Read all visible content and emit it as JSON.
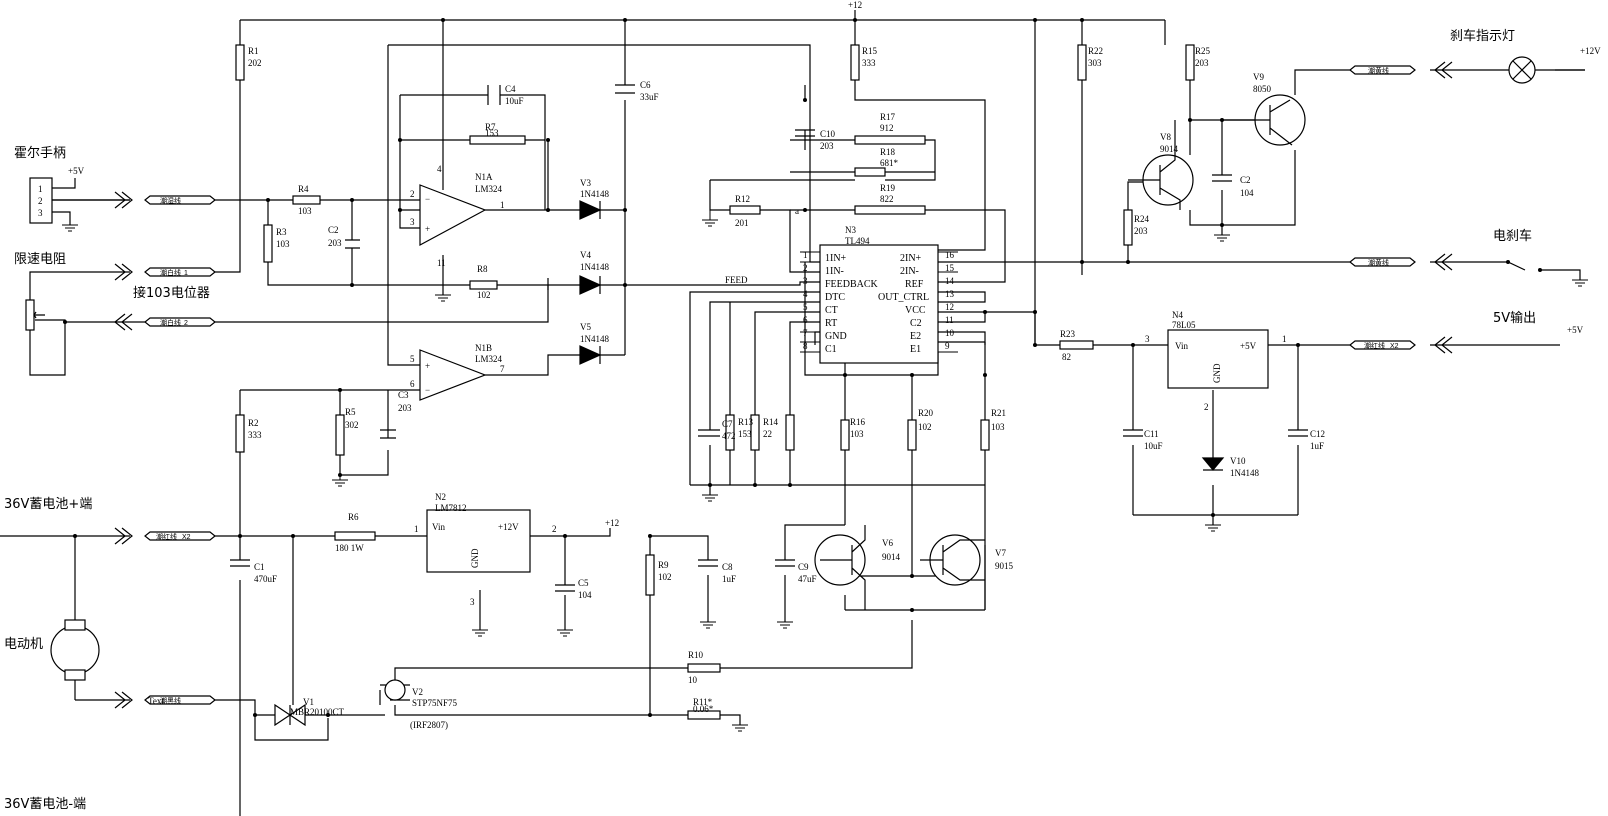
{
  "labels": {
    "hall": "霍尔手柄",
    "speed_limit": "限速电阻",
    "pot": "接103电位器",
    "batt_pos": "36V蓄电池+端",
    "batt_neg": "36V蓄电池-端",
    "motor": "电动机",
    "brake_light": "刹车指示灯",
    "ebrake": "电刹车",
    "out5v": "5V输出"
  },
  "nets": {
    "p12_top": "+12",
    "p12_n2": "+12",
    "p12_lamp": "+12V",
    "p5_hall": "+5V",
    "p5_out": "+5V",
    "feed": "FEED",
    "a": "a",
    "text": "Text"
  },
  "hall_pins": [
    "1",
    "2",
    "3"
  ],
  "connectors": {
    "c1": "潮湿线",
    "c2": "潮白线",
    "c2n": "1",
    "c3": "潮白线",
    "c3n": "2",
    "c4": "潮红线",
    "c4n": "X2",
    "c5": "潮黑线",
    "c6": "潮黄线",
    "c7": "潮黄线",
    "c8": "潮红线",
    "c8n": "X2"
  },
  "parts": {
    "R1": {
      "ref": "R1",
      "val": "202"
    },
    "R2": {
      "ref": "R2",
      "val": "333"
    },
    "R3": {
      "ref": "R3",
      "val": "103"
    },
    "R4": {
      "ref": "R4",
      "val": "103"
    },
    "R5": {
      "ref": "R5",
      "val": "302"
    },
    "R6": {
      "ref": "R6",
      "val": "180 1W"
    },
    "R7": {
      "ref": "R7",
      "val": "153"
    },
    "R8": {
      "ref": "R8",
      "val": "102"
    },
    "R9": {
      "ref": "R9",
      "val": "102"
    },
    "R10": {
      "ref": "R10",
      "val": "10"
    },
    "R11": {
      "ref": "R11*",
      "val": "0.06*"
    },
    "R12": {
      "ref": "R12",
      "val": "201"
    },
    "R13": {
      "ref": "R13",
      "val": "153"
    },
    "R14": {
      "ref": "R14",
      "val": "22"
    },
    "R15": {
      "ref": "R15",
      "val": "333"
    },
    "R16": {
      "ref": "R16",
      "val": "103"
    },
    "R17": {
      "ref": "R17",
      "val": "912"
    },
    "R18": {
      "ref": "R18",
      "val": "681*"
    },
    "R19": {
      "ref": "R19",
      "val": "822"
    },
    "R20": {
      "ref": "R20",
      "val": "102"
    },
    "R21": {
      "ref": "R21",
      "val": "103"
    },
    "R22": {
      "ref": "R22",
      "val": "303"
    },
    "R23": {
      "ref": "R23",
      "val": "82"
    },
    "R24": {
      "ref": "R24",
      "val": "203"
    },
    "R25": {
      "ref": "R25",
      "val": "203"
    },
    "C1": {
      "ref": "C1",
      "val": "470uF"
    },
    "C2": {
      "ref": "C2",
      "val": "203"
    },
    "C2b": {
      "ref": "C2",
      "val": "104"
    },
    "C3": {
      "ref": "C3",
      "val": "203"
    },
    "C4": {
      "ref": "C4",
      "val": "10uF"
    },
    "C5": {
      "ref": "C5",
      "val": "104"
    },
    "C6": {
      "ref": "C6",
      "val": "33uF"
    },
    "C7": {
      "ref": "C7",
      "val": "472"
    },
    "C8": {
      "ref": "C8",
      "val": "1uF"
    },
    "C9": {
      "ref": "C9",
      "val": "47uF"
    },
    "C10": {
      "ref": "C10",
      "val": "203"
    },
    "C11": {
      "ref": "C11",
      "val": "10uF"
    },
    "C12": {
      "ref": "C12",
      "val": "1uF"
    },
    "V1": {
      "ref": "V1",
      "val": "MBR20100CT"
    },
    "V2": {
      "ref": "V2",
      "val": "STP75NF75",
      "alt": "(IRF2807)"
    },
    "V3": {
      "ref": "V3",
      "val": "1N4148"
    },
    "V4": {
      "ref": "V4",
      "val": "1N4148"
    },
    "V5": {
      "ref": "V5",
      "val": "1N4148"
    },
    "V6": {
      "ref": "V6",
      "val": "9014"
    },
    "V7": {
      "ref": "V7",
      "val": "9015"
    },
    "V8": {
      "ref": "V8",
      "val": "9014"
    },
    "V9": {
      "ref": "V9",
      "val": "8050"
    },
    "V10": {
      "ref": "V10",
      "val": "1N4148"
    },
    "N1A": {
      "ref": "N1A",
      "val": "LM324"
    },
    "N1B": {
      "ref": "N1B",
      "val": "LM324"
    },
    "N2": {
      "ref": "N2",
      "val": "LM7812",
      "vin": "Vin",
      "vout": "+12V",
      "gnd": "GND"
    },
    "N3": {
      "ref": "N3",
      "val": "TL494"
    },
    "N4": {
      "ref": "N4",
      "val": "78L05",
      "vin": "Vin",
      "vout": "+5V",
      "gnd": "GND"
    }
  },
  "opamp_pins": {
    "a2": "2",
    "a3": "3",
    "a4": "4",
    "a11": "11",
    "a1": "1",
    "b5": "5",
    "b6": "6",
    "b7": "7"
  },
  "reg_pins": {
    "n2_1": "1",
    "n2_2": "2",
    "n2_3": "3",
    "n4_3": "3",
    "n4_1": "1",
    "n4_2": "2"
  },
  "tl494": {
    "left_names": [
      "1IN+",
      "1IN-",
      "FEEDBACK",
      "DTC",
      "CT",
      "RT",
      "GND",
      "C1"
    ],
    "left_nums": [
      "1",
      "2",
      "3",
      "4",
      "5",
      "6",
      "7",
      "8"
    ],
    "right_names": [
      "2IN+",
      "2IN-",
      "REF",
      "OUT_CTRL",
      "VCC",
      "C2",
      "E2",
      "E1"
    ],
    "right_nums": [
      "16",
      "15",
      "14",
      "13",
      "12",
      "11",
      "10",
      "9"
    ]
  }
}
